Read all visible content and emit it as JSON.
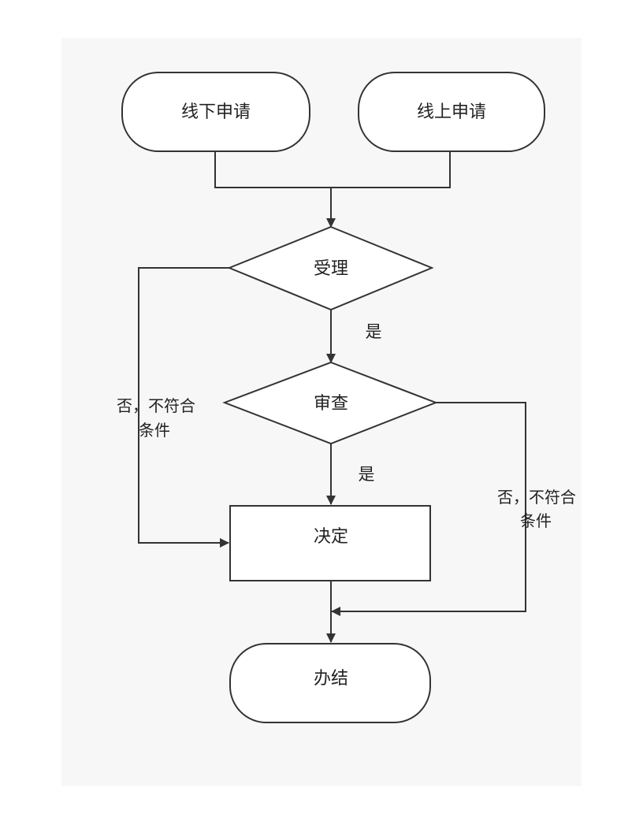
{
  "nodes": {
    "offline_apply": "线下申请",
    "online_apply": "线上申请",
    "accept": "受理",
    "review": "审查",
    "decision": "决定",
    "complete": "办结"
  },
  "edge_labels": {
    "accept_yes": "是",
    "review_yes": "是",
    "accept_no_line1": "否，不符合",
    "accept_no_line2": "条件",
    "review_no_line1": "否，不符合",
    "review_no_line2": "条件"
  },
  "colors": {
    "stroke": "#333333",
    "canvas": "#f7f7f7",
    "page": "#ffffff"
  }
}
